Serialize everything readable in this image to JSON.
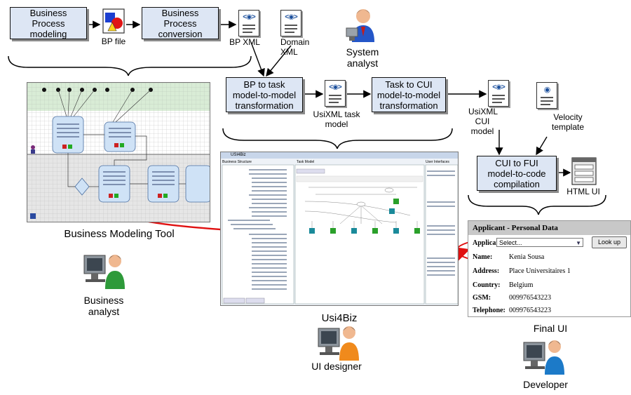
{
  "process_boxes": {
    "bp_modeling": "Business Process modeling",
    "bp_conversion": "Business Process conversion",
    "bp_to_task": "BP to task model-to-model transformation",
    "task_to_cui": "Task to CUI model-to-model transformation",
    "cui_to_fui": "CUI to FUI model-to-code compilation"
  },
  "artifacts": {
    "bp_file": "BP file",
    "bp_xml": "BP XML",
    "domain_xml": "Domain XML",
    "usixml_task_model": "UsiXML task model",
    "usixml_cui_model": "UsiXML CUI model",
    "velocity_template": "Velocity template",
    "html_ui": "HTML UI"
  },
  "actors": {
    "system_analyst": "System analyst",
    "business_analyst": "Business analyst",
    "ui_designer": "UI designer",
    "developer": "Developer"
  },
  "tools": {
    "business_modeling_tool": "Business Modeling Tool",
    "usi4biz": "Usi4Biz",
    "final_ui": "Final UI"
  },
  "final_ui_form": {
    "header": "Applicant - Personal Data",
    "applicant_label": "Applicant:",
    "applicant_value": "Select...",
    "lookup_button": "Look up",
    "name_label": "Name:",
    "name_value": "Kenia Sousa",
    "address_label": "Address:",
    "address_value": "Place Universitaires 1",
    "country_label": "Country:",
    "country_value": "Belgium",
    "gsm_label": "GSM:",
    "gsm_value": "009976543223",
    "telephone_label": "Telephone:",
    "telephone_value": "009976543223"
  },
  "usi4biz_window": {
    "title": "USI4Biz",
    "panel_left": "Business Structure",
    "panel_center": "Task Model",
    "panel_right": "User Interfaces"
  },
  "colors": {
    "box_fill": "#dde6f4",
    "arrow_red": "#e01010",
    "ellipse_red": "#e01010",
    "bpm_green": "#d9ecd6"
  },
  "icons": [
    "document-xml-icon",
    "shapes-icon",
    "person-icon",
    "computer-icon",
    "html-ui-icon"
  ]
}
